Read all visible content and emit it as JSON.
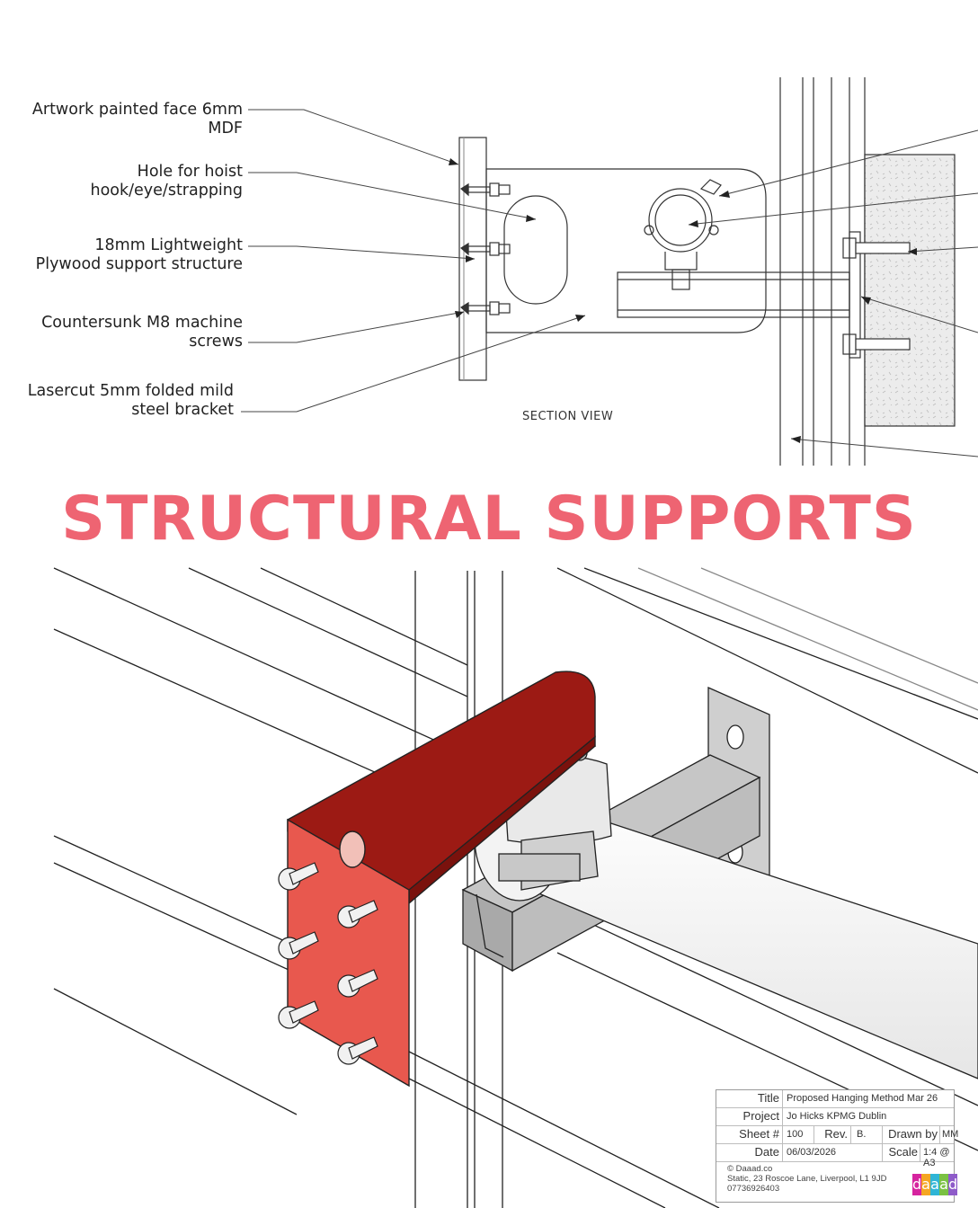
{
  "callouts": {
    "artwork_face_line1": "Artwork painted face 6mm",
    "artwork_face_line2": "MDF",
    "hoist_hole_line1": "Hole for hoist",
    "hoist_hole_line2": "hook/eye/strapping",
    "plywood_line1": "18mm Lightweight",
    "plywood_line2": "Plywood support structure",
    "screws_line1": "Countersunk M8 machine",
    "screws_line2": "screws",
    "bracket_line1": "Lasercut 5mm folded mild",
    "bracket_line2": "steel bracket"
  },
  "section_label": "SECTION VIEW",
  "headline": "STRUCTURAL SUPPORTS",
  "title_block": {
    "title_label": "Title",
    "title_value": "Proposed Hanging Method Mar 26",
    "project_label": "Project",
    "project_value": "Jo Hicks KPMG Dublin",
    "sheet_label": "Sheet #",
    "sheet_value": "100",
    "rev_label": "Rev.",
    "rev_value": "B.",
    "drawn_label": "Drawn by",
    "drawn_value": "MM",
    "date_label": "Date",
    "date_value": "06/03/2026",
    "scale_label": "Scale",
    "scale_value": "1:4 @ A3",
    "copyright": "© Daaad.co",
    "address": "Static, 23 Roscoe Lane, Liverpool, L1 9JD",
    "phone": "07736926403",
    "logo_letters": [
      "d",
      "a",
      "a",
      "a",
      "d"
    ],
    "logo_colors": [
      "#d6249f",
      "#f5a623",
      "#2fb5d6",
      "#7ac143",
      "#8e5bc9"
    ]
  },
  "colors": {
    "accent": "#ee6472",
    "bracket_red": "#d9403a",
    "bracket_dark": "#9c1a14",
    "steel_grey": "#b8b8b8"
  }
}
